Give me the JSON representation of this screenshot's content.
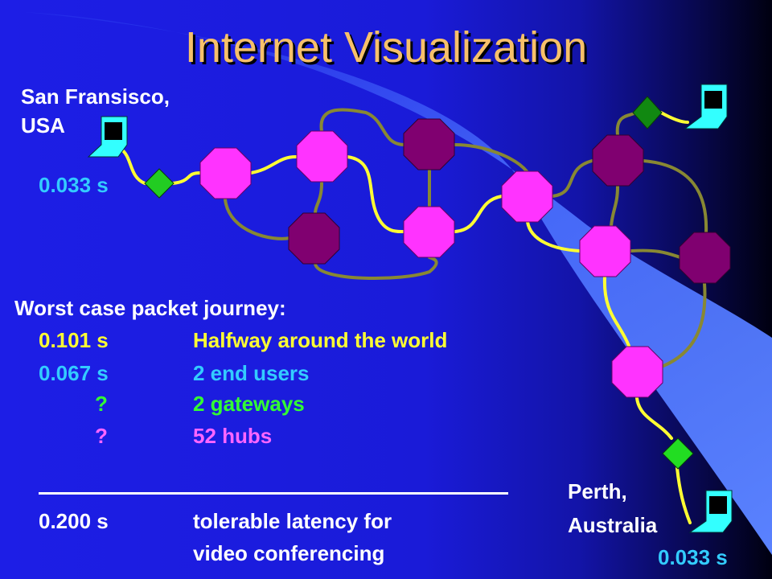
{
  "title": "Internet Visualization",
  "endpoints": {
    "sf_line1": "San Fransisco,",
    "sf_line2": "USA",
    "sf_latency": "0.033 s",
    "perth_line1": "Perth,",
    "perth_line2": "Australia",
    "perth_latency": "0.033 s"
  },
  "journey": {
    "heading": "Worst case packet journey:",
    "rows": [
      {
        "value": "0.101 s",
        "label": "Halfway around the world"
      },
      {
        "value": "0.067 s",
        "label": "2 end users"
      },
      {
        "value": "?",
        "label": "2 gateways"
      },
      {
        "value": "?",
        "label": "52 hubs"
      }
    ],
    "total_value": "0.200 s",
    "total_line1": "tolerable latency for",
    "total_line2": "video conferencing"
  },
  "colors": {
    "background": "#1d1ee6",
    "title": "#f7c06a",
    "active_hub": "#ff33ff",
    "inactive_hub": "#800070",
    "gateway": "#22cc22",
    "computer": "#33ffff",
    "active_link": "#ffff33",
    "inactive_link": "#888833",
    "beam": "#4a70ff"
  }
}
